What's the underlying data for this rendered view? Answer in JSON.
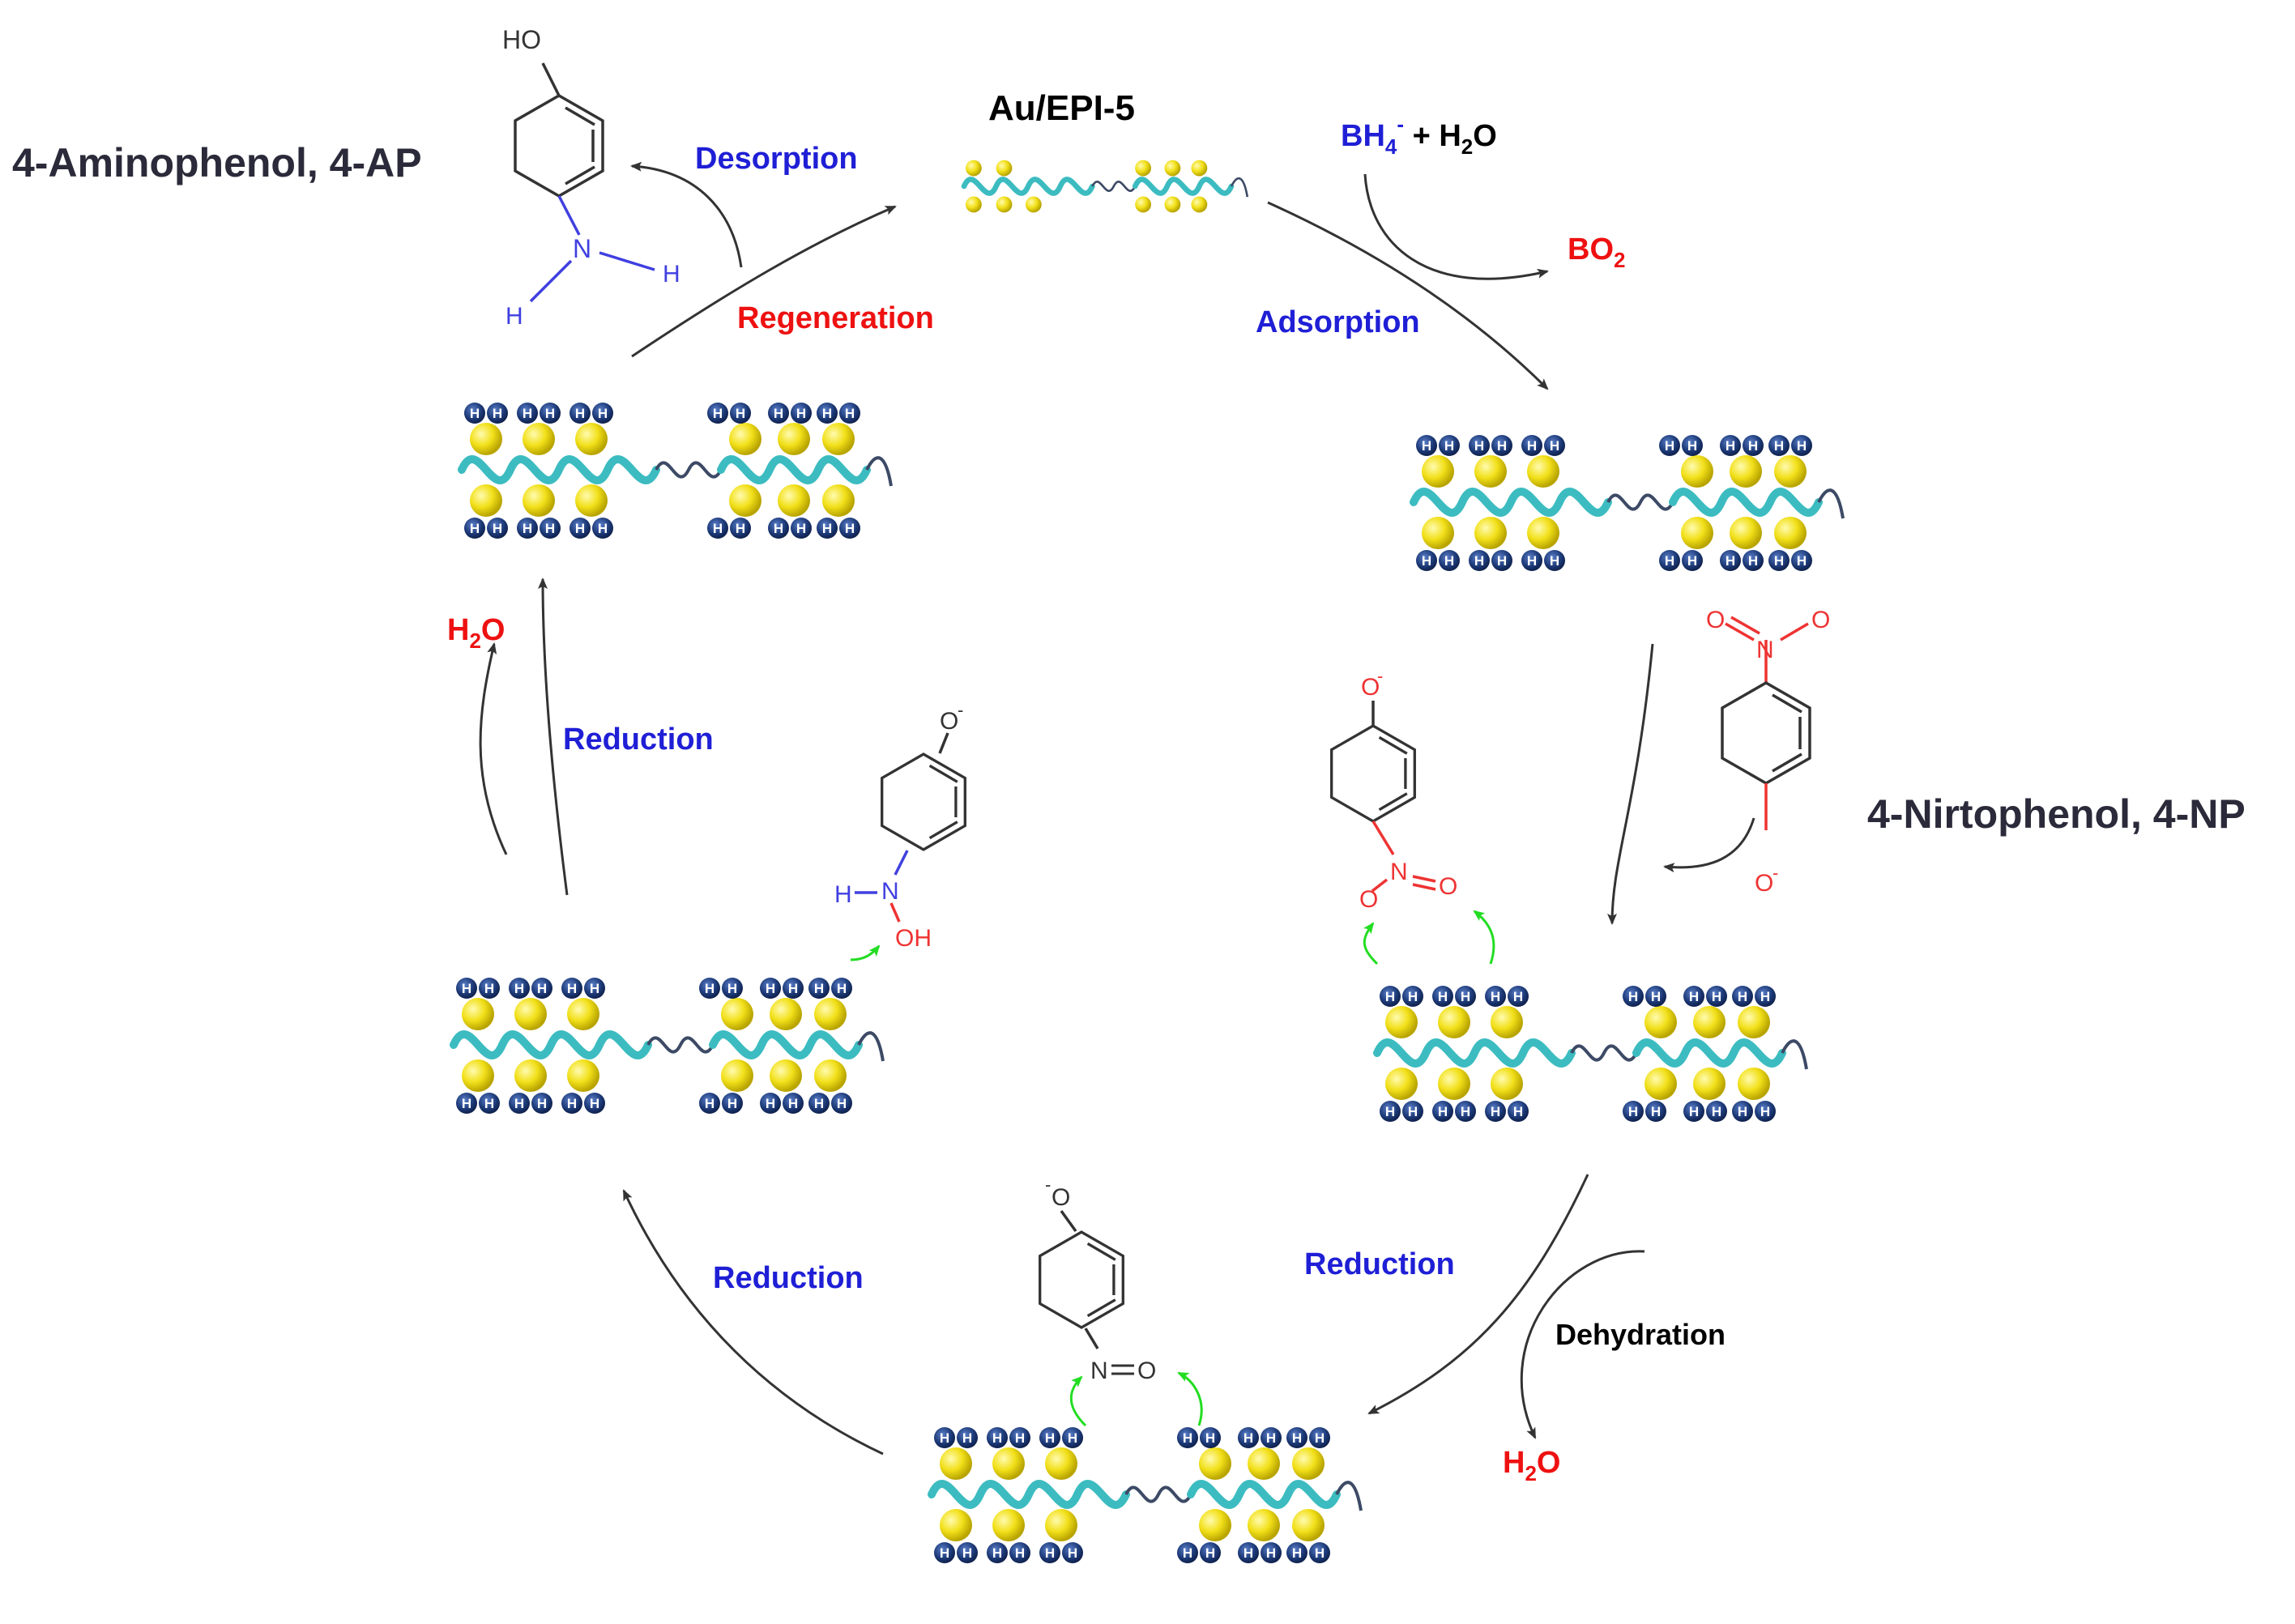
{
  "labels": {
    "catalyst": "Au/EPI-5",
    "aminophenol": "4-Aminophenol, 4-AP",
    "nitrophenol": "4-Nirtophenol, 4-NP",
    "desorption": "Desorption",
    "regeneration": "Regeneration",
    "adsorption": "Adsorption",
    "reduction_left": "Reduction",
    "reduction_bottom_left": "Reduction",
    "reduction_bottom_right": "Reduction",
    "dehydration": "Dehydration"
  },
  "species": {
    "borohydride": "BH",
    "borohydride_sub": "4",
    "borohydride_sup": "-",
    "plus_water": " + H",
    "plus_water_sub": "2",
    "plus_water_tail": "O",
    "borate": "BO",
    "borate_sub": "2",
    "water": "H",
    "water_sub": "2",
    "water_tail": "O"
  },
  "atoms": {
    "HO": "HO",
    "N": "N",
    "H": "H",
    "O": "O",
    "O_minus": "O",
    "minus": "-",
    "OH": "OH",
    "hydride": "H"
  },
  "colors": {
    "label_blue": "#1f1fd6",
    "label_red": "#ee1111",
    "title_dark": "#2a2a3a",
    "helix_teal": "#3cbcc0",
    "au_yellow": "#f2e01a",
    "hydride_navy": "#1d3a78",
    "arrow_green": "#22dd22",
    "arrow_black": "#333333"
  }
}
